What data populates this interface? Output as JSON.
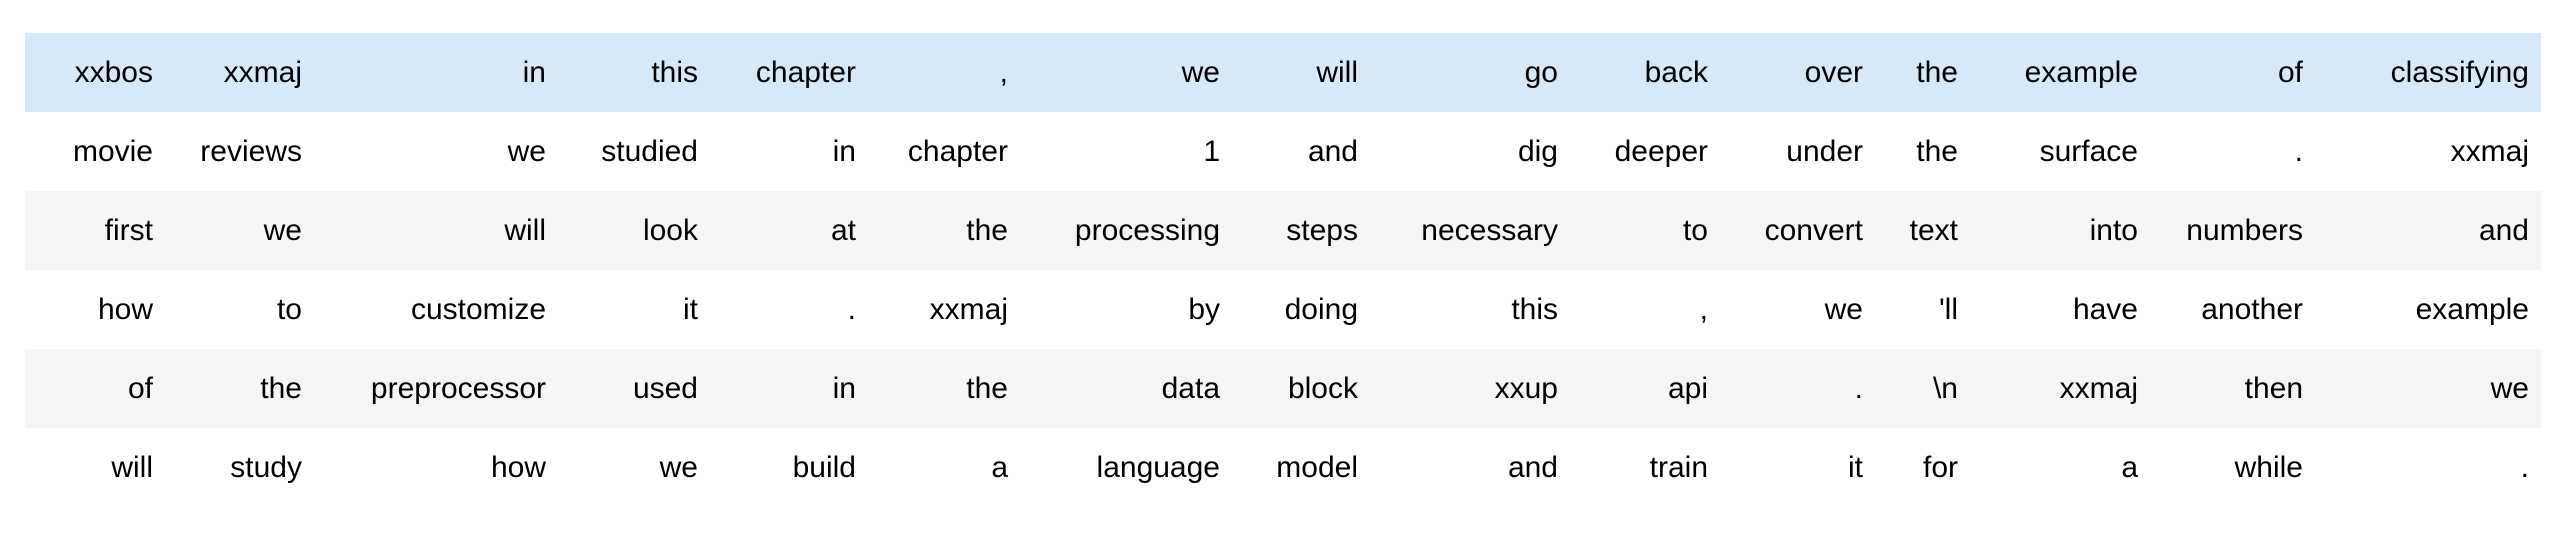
{
  "table": {
    "description": "tokenized-text-batch",
    "rows": [
      [
        "xxbos",
        "xxmaj",
        "in",
        "this",
        "chapter",
        ",",
        "we",
        "will",
        "go",
        "back",
        "over",
        "the",
        "example",
        "of",
        "classifying"
      ],
      [
        "movie",
        "reviews",
        "we",
        "studied",
        "in",
        "chapter",
        "1",
        "and",
        "dig",
        "deeper",
        "under",
        "the",
        "surface",
        ".",
        "xxmaj"
      ],
      [
        "first",
        "we",
        "will",
        "look",
        "at",
        "the",
        "processing",
        "steps",
        "necessary",
        "to",
        "convert",
        "text",
        "into",
        "numbers",
        "and"
      ],
      [
        "how",
        "to",
        "customize",
        "it",
        ".",
        "xxmaj",
        "by",
        "doing",
        "this",
        ",",
        "we",
        "'ll",
        "have",
        "another",
        "example"
      ],
      [
        "of",
        "the",
        "preprocessor",
        "used",
        "in",
        "the",
        "data",
        "block",
        "xxup",
        "api",
        ".",
        "\\n",
        "xxmaj",
        "then",
        "we"
      ],
      [
        "will",
        "study",
        "how",
        "we",
        "build",
        "a",
        "language",
        "model",
        "and",
        "train",
        "it",
        "for",
        "a",
        "while",
        "."
      ]
    ],
    "row_styles": [
      "highlight",
      "plain",
      "stripe",
      "plain",
      "stripe",
      "plain"
    ]
  },
  "colors": {
    "highlight_row_bg": "#d6e9f8",
    "stripe_row_bg": "#f5f5f5",
    "plain_row_bg": "#ffffff",
    "text": "#000000"
  }
}
